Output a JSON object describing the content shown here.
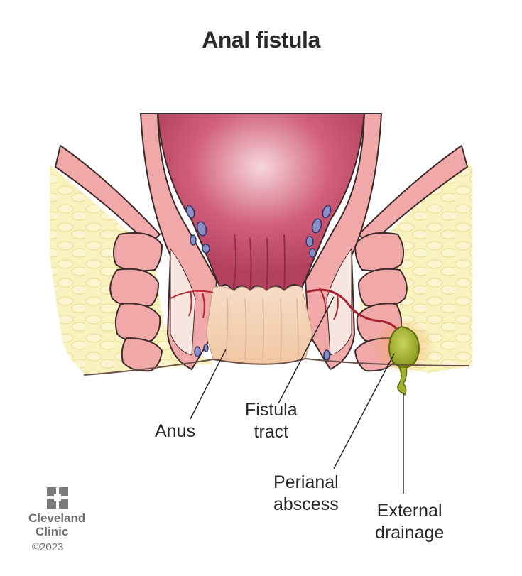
{
  "title": "Anal fistula",
  "labels": {
    "anus": "Anus",
    "fistula_tract": [
      "Fistula",
      "tract"
    ],
    "perianal_abscess": [
      "Perianal",
      "abscess"
    ],
    "external_drainage": [
      "External",
      "drainage"
    ]
  },
  "branding": {
    "logo_line1": "Cleveland",
    "logo_line2": "Clinic",
    "copyright": "©2023"
  },
  "colors": {
    "fat": "#f6efb0",
    "muscle": "#f0a9a8",
    "mucosa": "#c8506f",
    "skin": "#f3cba8",
    "abscess": "#a3b531",
    "vessel": "#8a8fc8",
    "tract": "#a8212f"
  }
}
